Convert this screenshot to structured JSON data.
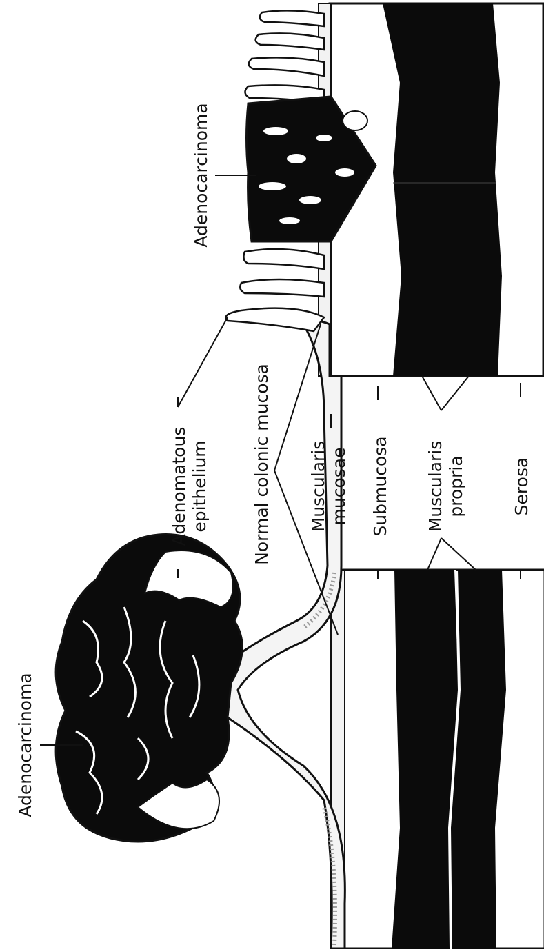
{
  "labels": {
    "adenocarcinoma_pedunculated": "Adenocarcinoma",
    "adenomatous_epithelium_line1": "Adenomatous",
    "adenomatous_epithelium_line2": "epithelium",
    "normal_colonic_mucosa": "Normal colonic mucosa",
    "muscularis_mucosae_line1": "Muscularis",
    "muscularis_mucosae_line2": "mucosae",
    "submucosa": "Submucosa",
    "muscularis_propria_line1": "Muscularis",
    "muscularis_propria_line2": "propria",
    "serosa": "Serosa",
    "adenocarcinoma_sessile": "Adenocarcinoma"
  },
  "colors": {
    "ink": "#111111",
    "muscle": "#0b0b0b",
    "paper": "#ffffff",
    "stipple": "#9a9a9a"
  }
}
